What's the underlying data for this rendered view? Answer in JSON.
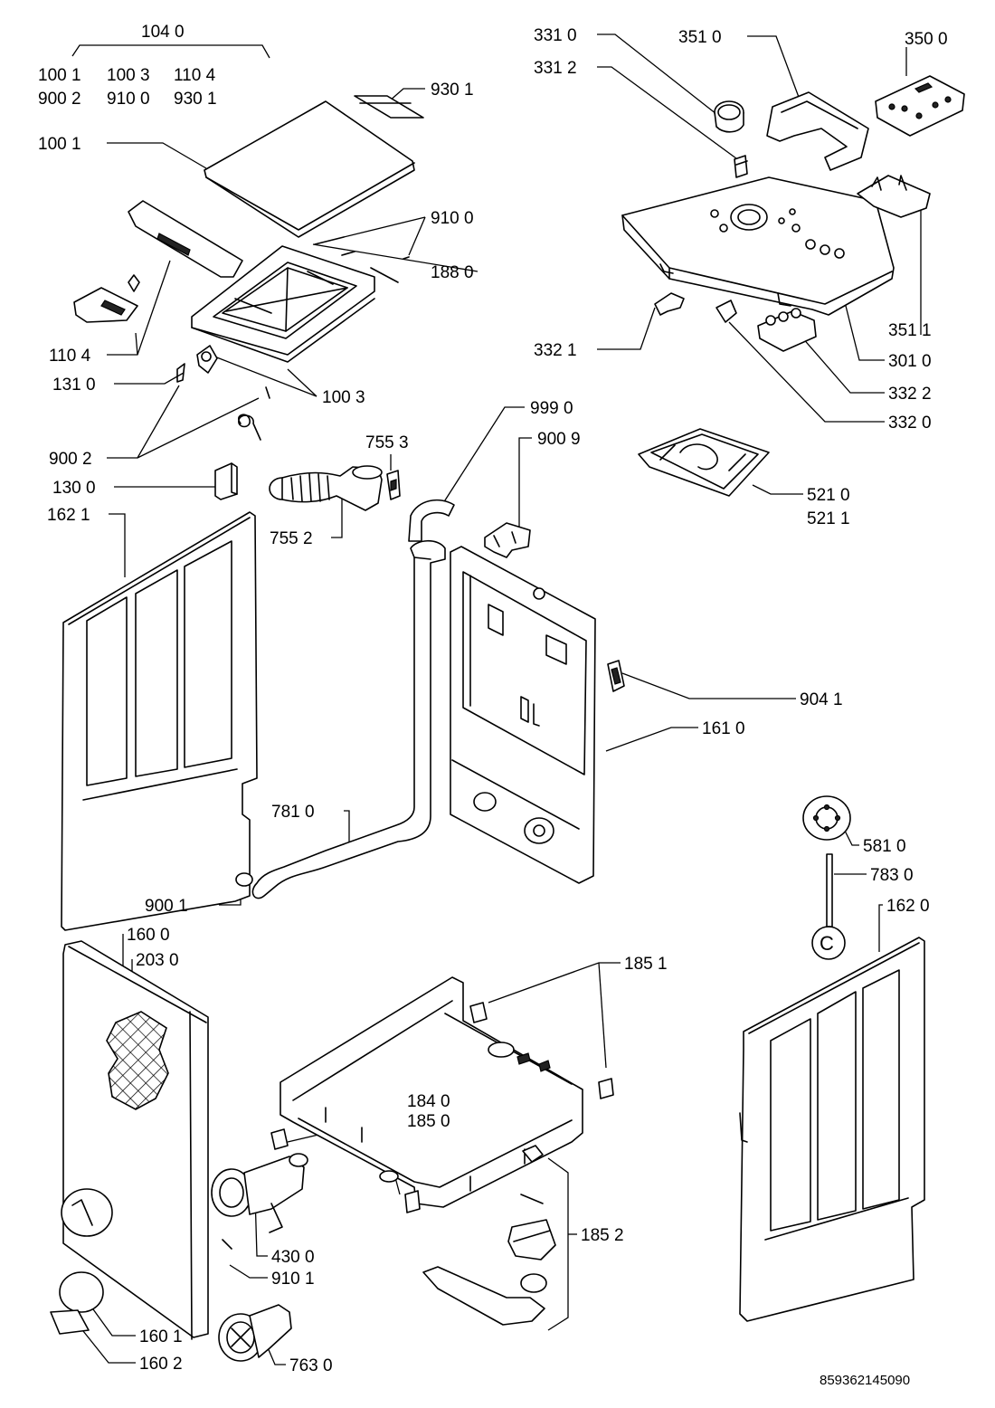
{
  "labels": {
    "l1040": "104 0",
    "l1001a": "100 1",
    "l1003a": "100 3",
    "l1104a": "110 4",
    "l9002a": "900 2",
    "l9100a": "910 0",
    "l9301a": "930 1",
    "l9301": "930 1",
    "l1001": "100 1",
    "l9100": "910 0",
    "l1880": "188 0",
    "l1104": "110 4",
    "l1310": "131 0",
    "l1003": "100 3",
    "l9002": "900 2",
    "l1300": "130 0",
    "l7553": "755 3",
    "l1621": "162 1",
    "l7552": "755 2",
    "l9990": "999 0",
    "l9009": "900 9",
    "l3310": "331 0",
    "l3510": "351 0",
    "l3500": "350 0",
    "l3312": "331 2",
    "l3511": "351 1",
    "l3321": "332 1",
    "l3010": "301 0",
    "l3322": "332 2",
    "l3320": "332 0",
    "l5210": "521 0",
    "l5211": "521 1",
    "l9041": "904 1",
    "l1610": "161 0",
    "l7810": "781 0",
    "l5810": "581 0",
    "l7830": "783 0",
    "l1620": "162 0",
    "l9001": "900 1",
    "l1600": "160 0",
    "l2030": "203 0",
    "l1851": "185 1",
    "l1840": "184 0",
    "l1850": "185 0",
    "l1852": "185 2",
    "l4300": "430 0",
    "l9101": "910 1",
    "l1601": "160 1",
    "l1602": "160 2",
    "l7630": "763 0",
    "circleC": "C"
  },
  "footer": {
    "drawing_number": "859362145090"
  }
}
